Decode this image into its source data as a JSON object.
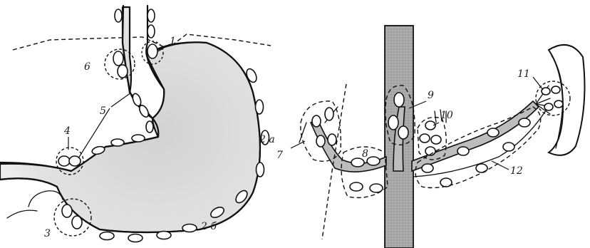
{
  "labels": {
    "n1": "1",
    "n2a": "2 а",
    "n2b": "2 б",
    "n3": "3",
    "n4": "4",
    "n5": "5",
    "n6": "6",
    "n7": "7",
    "n8": "8",
    "n9": "9",
    "n10": "10",
    "n11": "11",
    "n12": "12"
  },
  "colors": {
    "ink": "#111111",
    "shading": "#c9c9c9",
    "aorta": "#a8a8a8",
    "background": "#ffffff"
  }
}
